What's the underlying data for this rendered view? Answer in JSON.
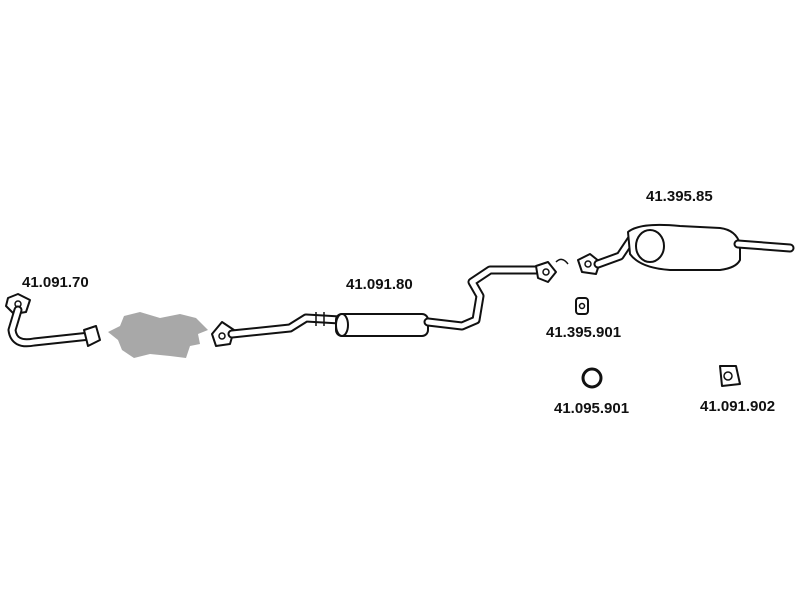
{
  "parts": {
    "front_pipe": "41.091.70",
    "middle_section": "41.091.80",
    "rear_silencer": "41.395.85",
    "mount_small": "41.395.901",
    "ring_seal": "41.095.901",
    "rubber_mount": "41.091.902"
  },
  "colors": {
    "line": "#111111",
    "catalyst_fill": "#a8a8a8",
    "background": "#ffffff"
  }
}
